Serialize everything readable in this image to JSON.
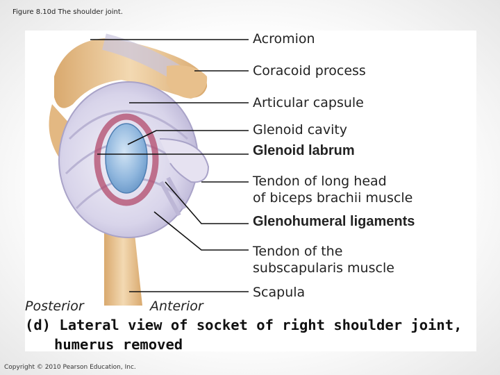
{
  "figure_caption": "Figure 8.10d The shoulder joint.",
  "labels": {
    "acromion": "Acromion",
    "coracoid": "Coracoid process",
    "capsule": "Articular capsule",
    "glenoid_cavity": "Glenoid cavity",
    "glenoid_labrum": "Glenoid labrum",
    "biceps_line1": "Tendon of long head",
    "biceps_line2": "of biceps brachii muscle",
    "glenohumeral": "Glenohumeral ligaments",
    "subscap_line1": "Tendon of the",
    "subscap_line2": "subscapularis muscle",
    "scapula": "Scapula"
  },
  "orientation": {
    "posterior": "Posterior",
    "anterior": "Anterior"
  },
  "view_caption": {
    "line1": "(d) Lateral view of socket of right shoulder joint,",
    "line2": "humerus removed"
  },
  "copyright": "Copyright © 2010 Pearson Education, Inc.",
  "colors": {
    "bone": "#e9c79a",
    "capsule": "#d8d4ea",
    "cavity": "#8fb6dd",
    "labrum": "#b24a6b",
    "leader": "#111111"
  }
}
